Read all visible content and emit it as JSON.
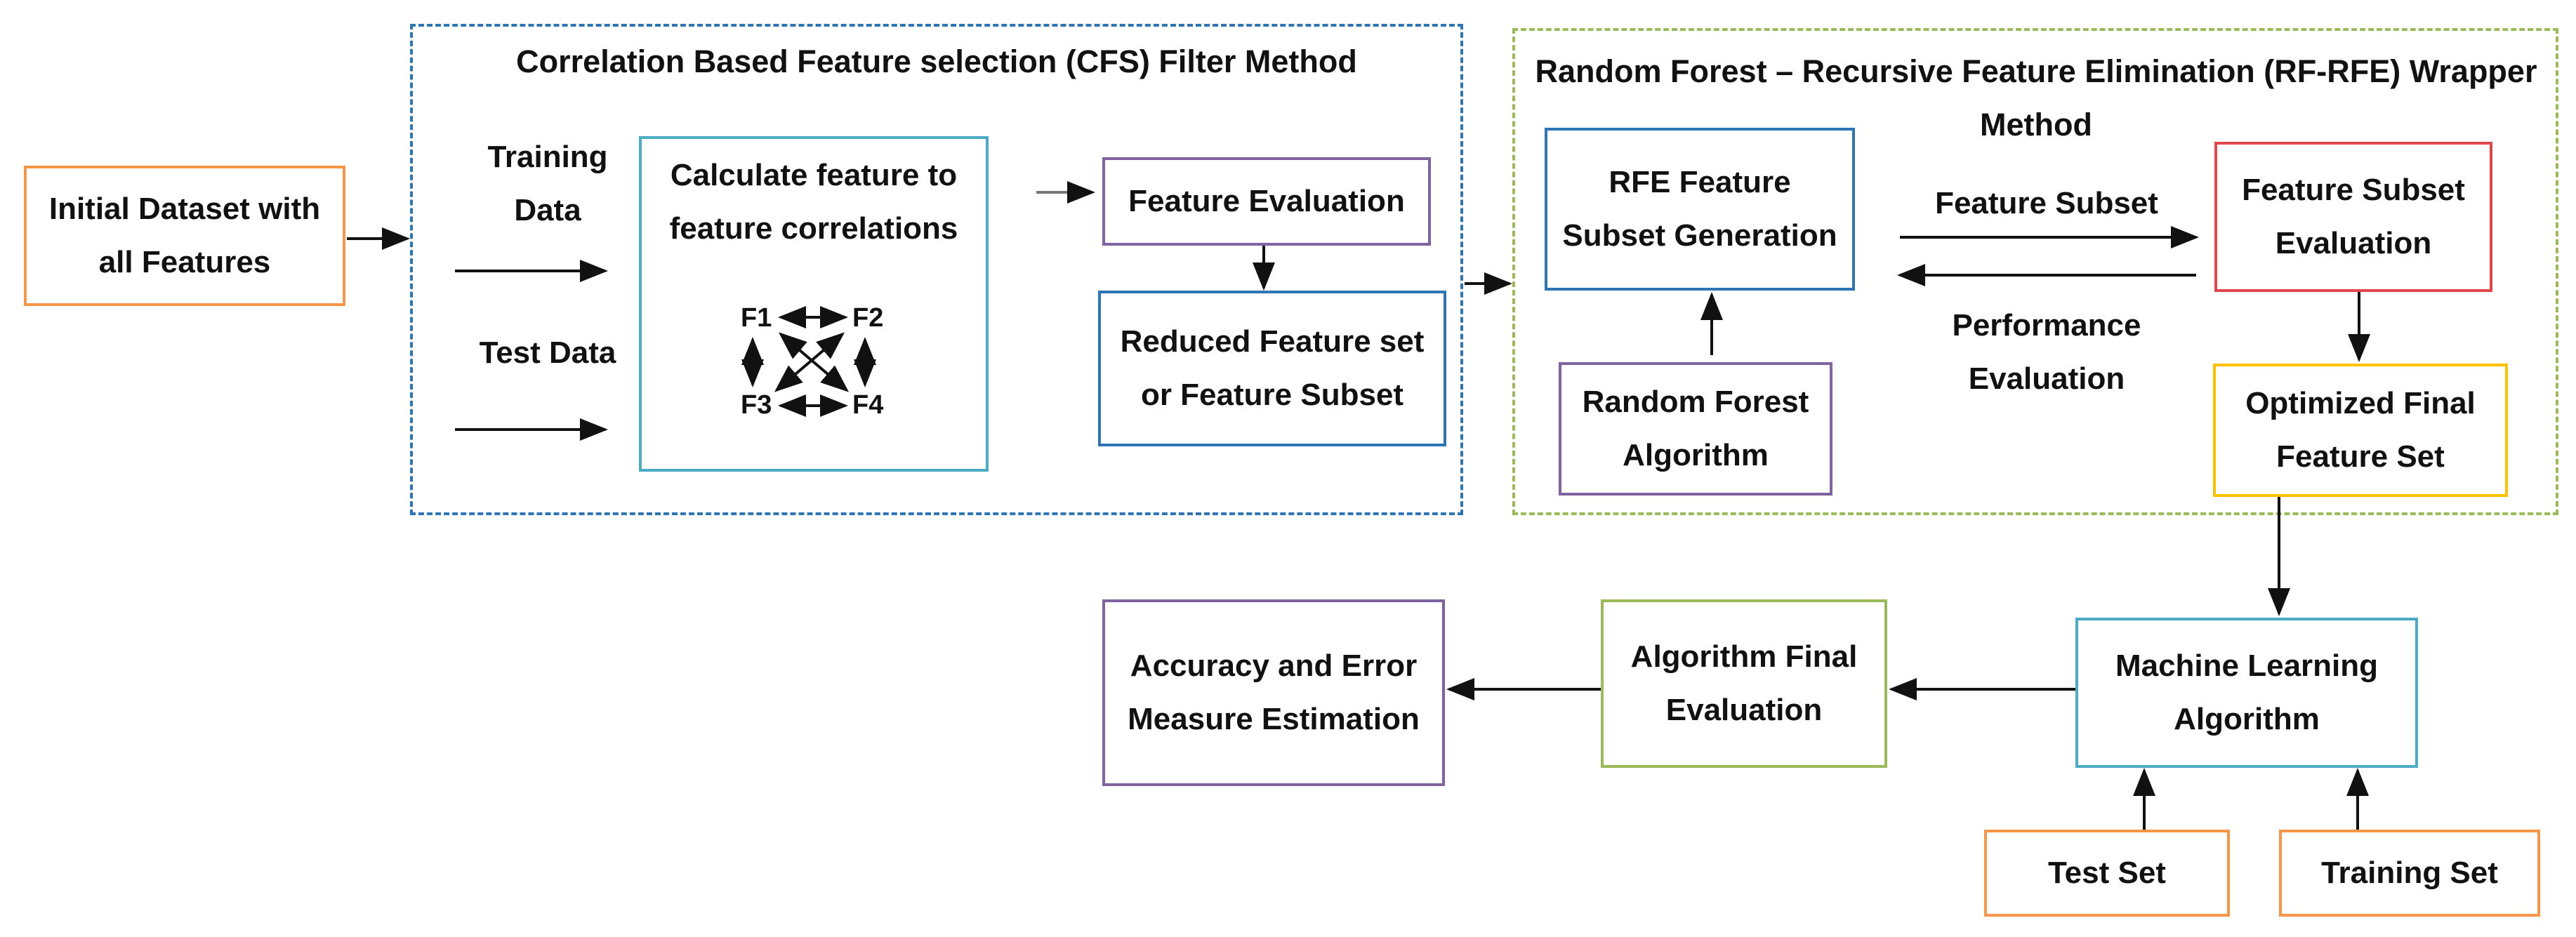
{
  "colors": {
    "orange": "#f79646",
    "blue": "#2e75b6",
    "cyan": "#4bacc6",
    "purple": "#8064a2",
    "green": "#9bbb59",
    "red": "#e0464a",
    "yellow": "#ffc000",
    "line": "#111111"
  },
  "groups": {
    "cfs_title": "Correlation Based Feature selection (CFS) Filter Method",
    "rfe_title": "Random Forest – Recursive Feature Elimination (RF-RFE) Wrapper\nMethod"
  },
  "labels": {
    "training_data": "Training\nData",
    "test_data": "Test Data",
    "feature_subset": "Feature Subset",
    "performance_evaluation": "Performance\nEvaluation"
  },
  "nodes": {
    "initial_dataset": "Initial Dataset with\nall Features",
    "calculate_correlations": "Calculate feature to\nfeature correlations",
    "feature_evaluation": "Feature Evaluation",
    "reduced_feature_set": "Reduced Feature set\nor Feature Subset",
    "rfe_generation": "RFE Feature\nSubset Generation",
    "random_forest": "Random Forest\nAlgorithm",
    "feature_subset_evaluation": "Feature Subset\nEvaluation",
    "optimized_final": "Optimized Final\nFeature Set",
    "machine_learning": "Machine Learning\nAlgorithm",
    "algorithm_final": "Algorithm Final\nEvaluation",
    "accuracy_error": "Accuracy and Error\nMeasure Estimation",
    "test_set": "Test Set",
    "training_set": "Training Set"
  },
  "features": {
    "f1": "F1",
    "f2": "F2",
    "f3": "F3",
    "f4": "F4"
  }
}
